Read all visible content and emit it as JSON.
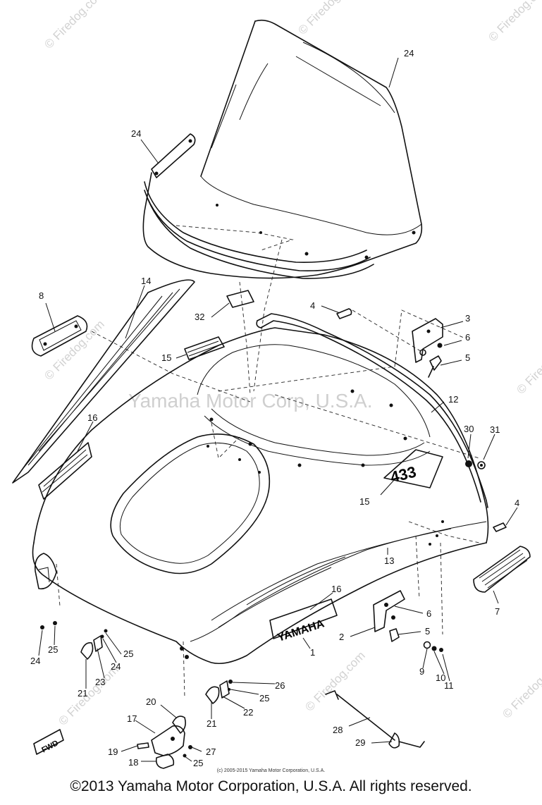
{
  "watermark": {
    "main": "Yamaha Motor Corp, U.S.A.",
    "site": "© Firedog.com"
  },
  "decals": {
    "brand": "YAMAHA",
    "model": "433",
    "direction": "FWD"
  },
  "callouts": [
    "1",
    "2",
    "3",
    "4",
    "4",
    "5",
    "5",
    "6",
    "6",
    "7",
    "8",
    "9",
    "10",
    "11",
    "12",
    "13",
    "14",
    "15",
    "15",
    "16",
    "16",
    "17",
    "18",
    "19",
    "20",
    "21",
    "21",
    "22",
    "23",
    "24",
    "24",
    "24",
    "24",
    "25",
    "25",
    "25",
    "25",
    "26",
    "27",
    "28",
    "29",
    "30",
    "31",
    "32"
  ],
  "footer": {
    "small_credit": "(c) 2005-2015 Yamaha Motor Corporation, U.S.A.",
    "copyright": "©2013 Yamaha Motor Corporation, U.S.A. All rights reserved."
  }
}
